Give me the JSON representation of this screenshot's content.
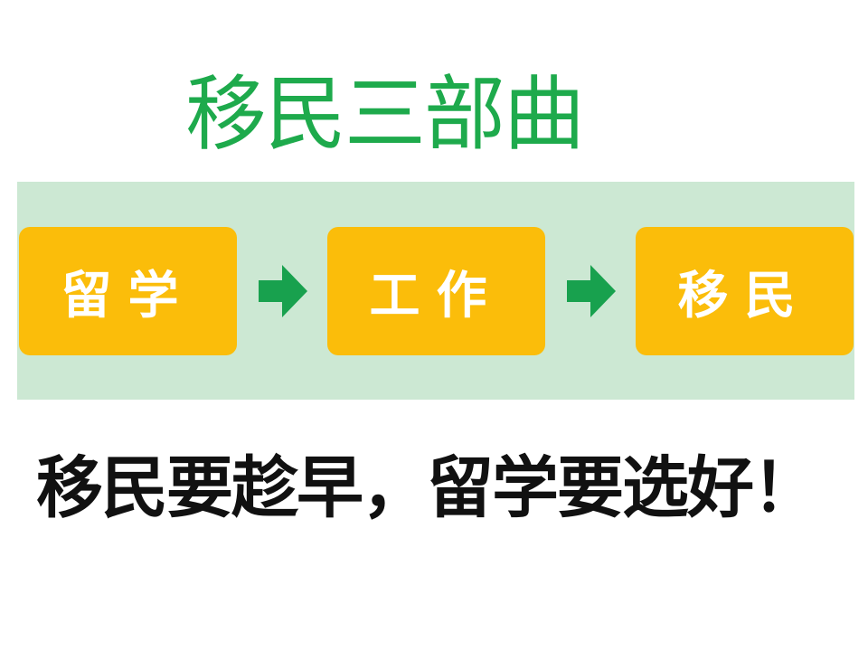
{
  "title": "移民三部曲",
  "steps": [
    {
      "label": "留学"
    },
    {
      "label": "工作"
    },
    {
      "label": "移民"
    }
  ],
  "slogan": "移民要趁早，留学要选好！",
  "colors": {
    "title": "#1eaa4c",
    "panel": "#cce8d3",
    "step": "#fbbd0a",
    "arrow": "#18a14e",
    "slogan": "#111111"
  }
}
